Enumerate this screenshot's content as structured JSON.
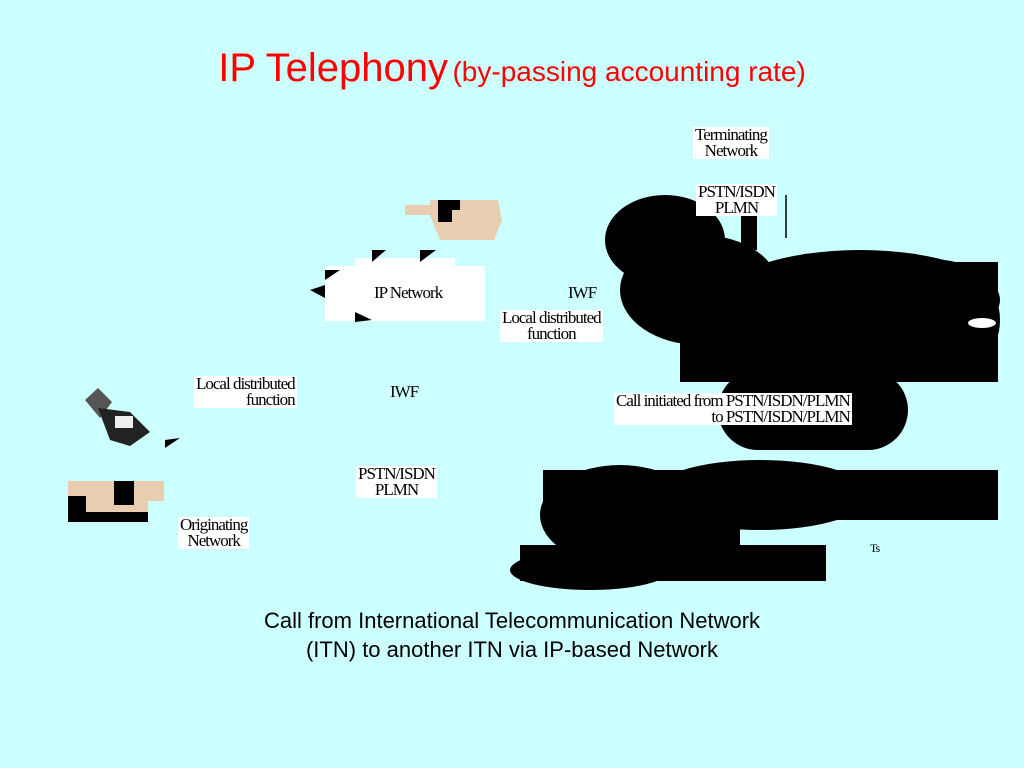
{
  "slide": {
    "title_main": "IP Telephony",
    "title_sub": "(by-passing accounting rate)",
    "caption_line1": "Call from International Telecommunication Network",
    "caption_line2": "(ITN) to another ITN via IP-based Network"
  },
  "diagram": {
    "terminating_network": [
      "Terminating",
      "Network"
    ],
    "terminating_pstn": [
      "PSTN/ISDN",
      "PLMN"
    ],
    "ip_network": "IP Network",
    "iwf_right": "IWF",
    "local_function_right": [
      "Local distributed",
      "function"
    ],
    "local_function_left": [
      "Local distributed",
      "function"
    ],
    "iwf_left": "IWF",
    "call_label": [
      "Call initiated from PSTN/ISDN/PLMN",
      "to PSTN/ISDN/PLMN"
    ],
    "originating_pstn": [
      "PSTN/ISDN",
      "PLMN"
    ],
    "originating_network": [
      "Originating",
      "Network"
    ],
    "ts_mark": "Ts"
  }
}
